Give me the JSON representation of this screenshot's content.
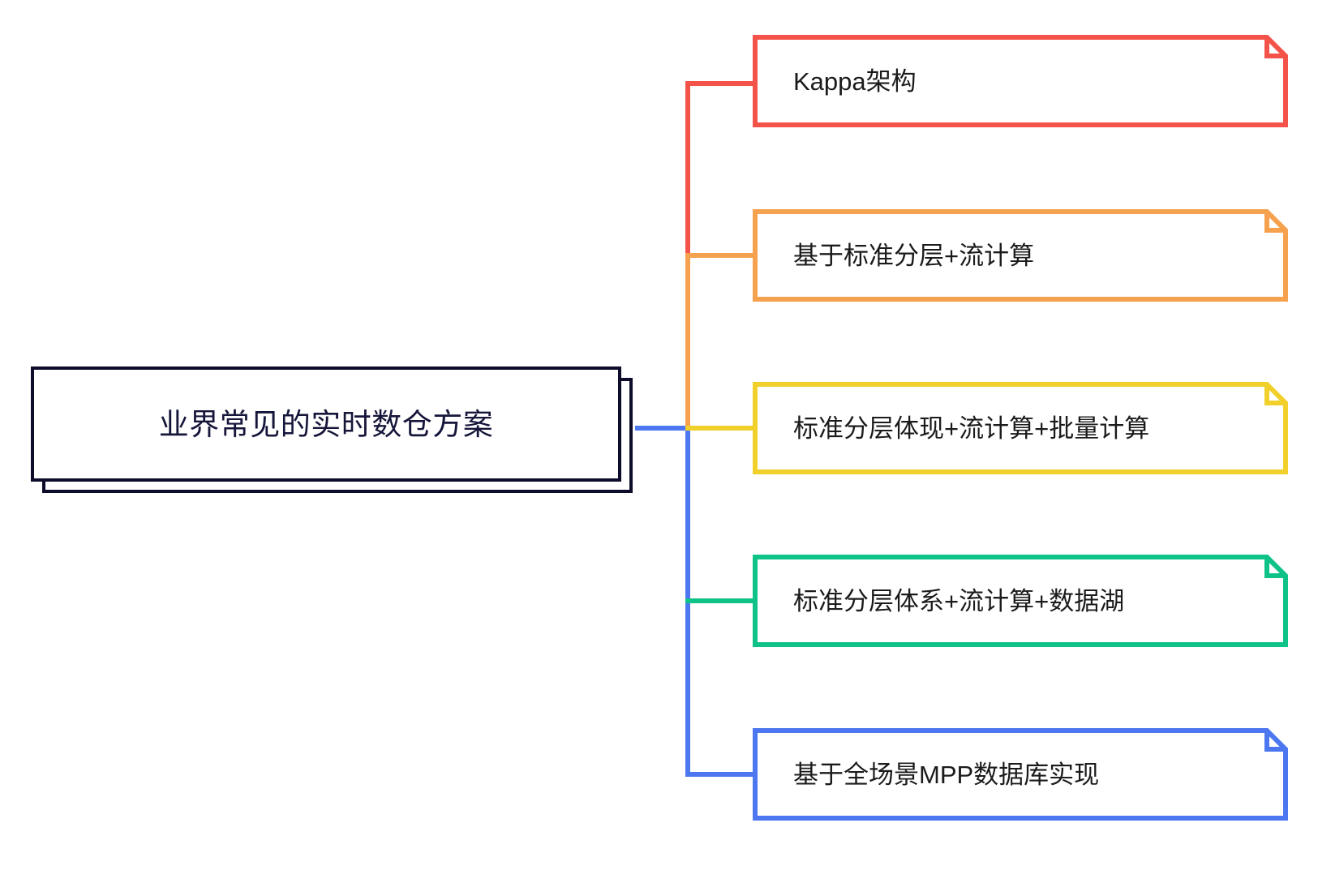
{
  "diagram": {
    "type": "mind-map",
    "orientation": "left-to-right",
    "background_color": "#ffffff",
    "root": {
      "label": "业界常见的实时数仓方案",
      "border_color": "#0d0d2b",
      "text_color": "#15163a",
      "shape": "double-rectangle-shadow"
    },
    "branches": [
      {
        "id": "kappa",
        "label": "Kappa架构",
        "color": "#F4534A",
        "shape": "note-folded-corner",
        "text_color": "#1b1b1b"
      },
      {
        "id": "standard-layer-stream",
        "label": "基于标准分层+流计算",
        "color": "#F5A14E",
        "shape": "note-folded-corner",
        "text_color": "#1b1b1b"
      },
      {
        "id": "standard-layer-stream-batch",
        "label": "标准分层体现+流计算+批量计算",
        "color": "#F2D02C",
        "shape": "note-folded-corner",
        "text_color": "#1b1b1b"
      },
      {
        "id": "standard-layer-stream-lake",
        "label": "标准分层体系+流计算+数据湖",
        "color": "#0FC288",
        "shape": "note-folded-corner",
        "text_color": "#1b1b1b"
      },
      {
        "id": "mpp-database",
        "label": "基于全场景MPP数据库实现",
        "color": "#4C77F0",
        "shape": "note-folded-corner",
        "text_color": "#1b1b1b"
      }
    ],
    "connector_trunk": {
      "segments": [
        {
          "from": "kappa",
          "color": "#F4534A"
        },
        {
          "from": "standard-layer-stream",
          "color": "#F5A14E"
        },
        {
          "from": "standard-layer-stream-batch",
          "color": "#4C77F0"
        }
      ],
      "root_stub_color": "#4C77F0"
    }
  }
}
